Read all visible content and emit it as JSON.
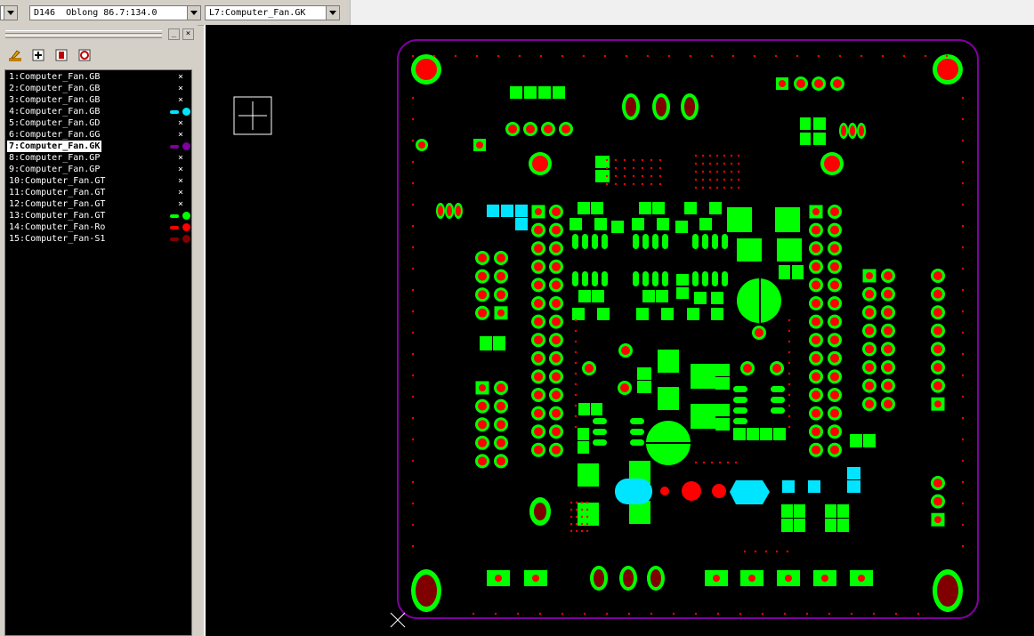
{
  "toolbar": {
    "selection_info": "D146  Oblong 86.7:134.0",
    "active_layer": "L7:Computer_Fan.GK"
  },
  "panel": {
    "minimize_label": "_",
    "close_label": "×"
  },
  "layers": [
    {
      "label": "1:Computer_Fan.GB",
      "state": "off"
    },
    {
      "label": "2:Computer_Fan.GB",
      "state": "off"
    },
    {
      "label": "3:Computer_Fan.GB",
      "state": "off"
    },
    {
      "label": "4:Computer_Fan.GB",
      "state": "on",
      "color": "#00e5ff"
    },
    {
      "label": "5:Computer_Fan.GD",
      "state": "off"
    },
    {
      "label": "6:Computer_Fan.GG",
      "state": "off"
    },
    {
      "label": "7:Computer_Fan.GK",
      "state": "on",
      "color": "#8000a0",
      "selected": true
    },
    {
      "label": "8:Computer_Fan.GP",
      "state": "off"
    },
    {
      "label": "9:Computer_Fan.GP",
      "state": "off"
    },
    {
      "label": "10:Computer_Fan.GT",
      "state": "off"
    },
    {
      "label": "11:Computer_Fan.GT",
      "state": "off"
    },
    {
      "label": "12:Computer_Fan.GT",
      "state": "off"
    },
    {
      "label": "13:Computer_Fan.GT",
      "state": "on",
      "color": "#00ff00"
    },
    {
      "label": "14:Computer_Fan-Ro",
      "state": "on",
      "color": "#ff0000"
    },
    {
      "label": "15:Computer_Fan-S1",
      "state": "on",
      "color": "#800000"
    }
  ],
  "colors": {
    "pad": "#00ff00",
    "drill": "#ff0000",
    "outline": "#8000a0",
    "highlight": "#00e5ff",
    "slot": "#800000",
    "background": "#000000"
  }
}
